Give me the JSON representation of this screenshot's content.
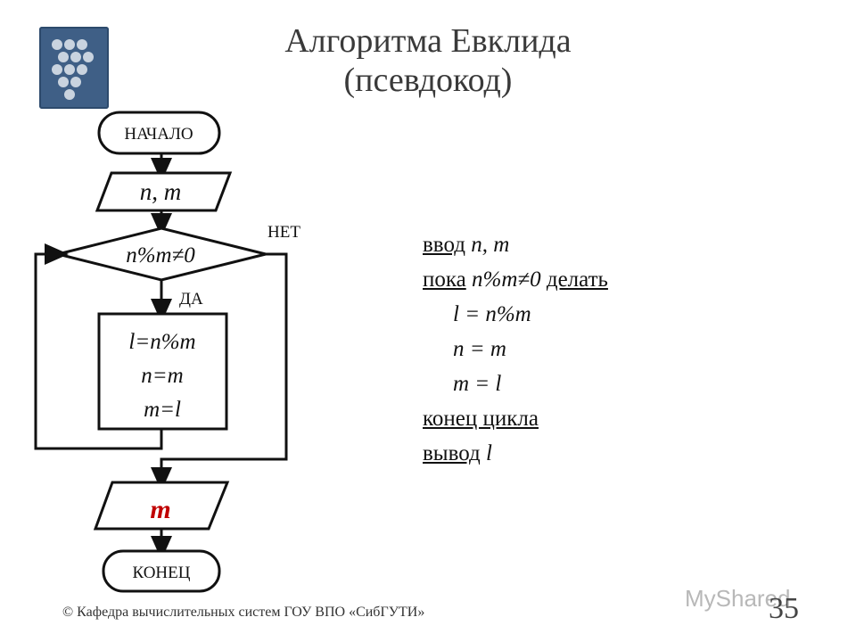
{
  "title": {
    "line1": "Алгоритма Евклида",
    "line2": "(псевдокод)"
  },
  "flowchart": {
    "start": "НАЧАЛО",
    "input": "n, m",
    "condition": "n%m≠0",
    "no_label": "НЕТ",
    "yes_label": "ДА",
    "body": [
      "l=n%m",
      "n=m",
      "m=l"
    ],
    "output": "m",
    "end": "КОНЕЦ"
  },
  "pseudocode": {
    "line1_kw": "ввод",
    "line1_rest": "n, m",
    "line2_kw1": "пока",
    "line2_expr": "n%m≠0",
    "line2_kw2": "делать",
    "line3": "l = n%m",
    "line4": "n = m",
    "line5": "m = l",
    "line6_kw": "конец цикла",
    "line7_kw": "вывод",
    "line7_rest": "l"
  },
  "footer": "© Кафедра вычислительных систем ГОУ ВПО «СибГУТИ»",
  "slide_number": "35",
  "watermark": "MyShared",
  "colors": {
    "logo_bg": "#3f5f86",
    "output_var": "#c00000",
    "stroke": "#111111"
  }
}
